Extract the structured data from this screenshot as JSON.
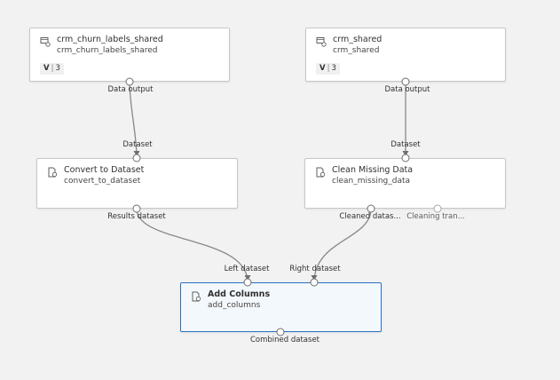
{
  "nodes": [
    {
      "id": "crm-churn-labels",
      "title": "crm_churn_labels_shared",
      "subtitle": "crm_churn_labels_shared",
      "version_letter": "V",
      "version_number": "3"
    },
    {
      "id": "crm-shared",
      "title": "crm_shared",
      "subtitle": "crm_shared",
      "version_letter": "V",
      "version_number": "3"
    },
    {
      "id": "convert-to-dataset",
      "title": "Convert to Dataset",
      "subtitle": "convert_to_dataset"
    },
    {
      "id": "clean-missing-data",
      "title": "Clean Missing Data",
      "subtitle": "clean_missing_data"
    },
    {
      "id": "add-columns",
      "title": "Add Columns",
      "subtitle": "add_columns"
    }
  ],
  "ports": {
    "crm_churn_output": "Data output",
    "crm_shared_output": "Data output",
    "convert_input": "Dataset",
    "clean_input": "Dataset",
    "convert_output": "Results dataset",
    "clean_output_cleaned": "Cleaned datas...",
    "clean_output_transform": "Cleaning tran...",
    "add_left_input": "Left dataset",
    "add_right_input": "Right dataset",
    "add_output": "Combined dataset"
  },
  "colors": {
    "canvas": "#f2f2f2",
    "node_border": "#c8c8c8",
    "selected_border": "#2b72c2",
    "selected_fill": "#f3f8fd",
    "edge": "#8a8886"
  },
  "icons": {
    "dataset_node": "dataset-icon",
    "module_node": "module-icon"
  }
}
